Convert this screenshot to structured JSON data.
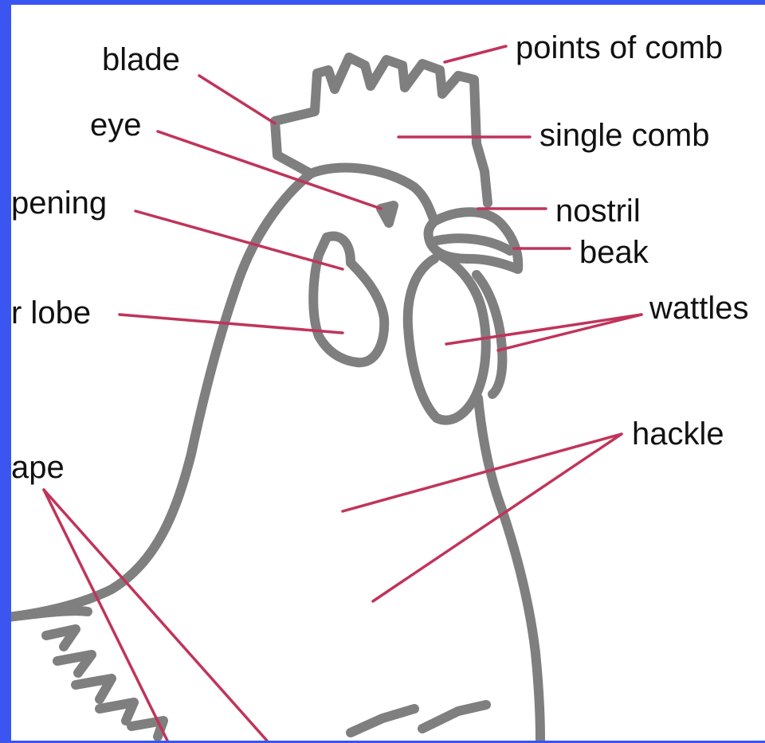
{
  "labels": {
    "points_of_comb": "points of comb",
    "blade": "blade",
    "eye": "eye",
    "single_comb": "single comb",
    "ear_opening": "pening",
    "nostril": "nostril",
    "beak": "beak",
    "ear_lobe": "r lobe",
    "wattles": "wattles",
    "hackle": "hackle",
    "cape": "ape"
  },
  "colors": {
    "border": "#3a55f0",
    "background": "#ffffff",
    "outline": "#7f7f7f",
    "leader": "#c0345a",
    "text": "#111111"
  }
}
